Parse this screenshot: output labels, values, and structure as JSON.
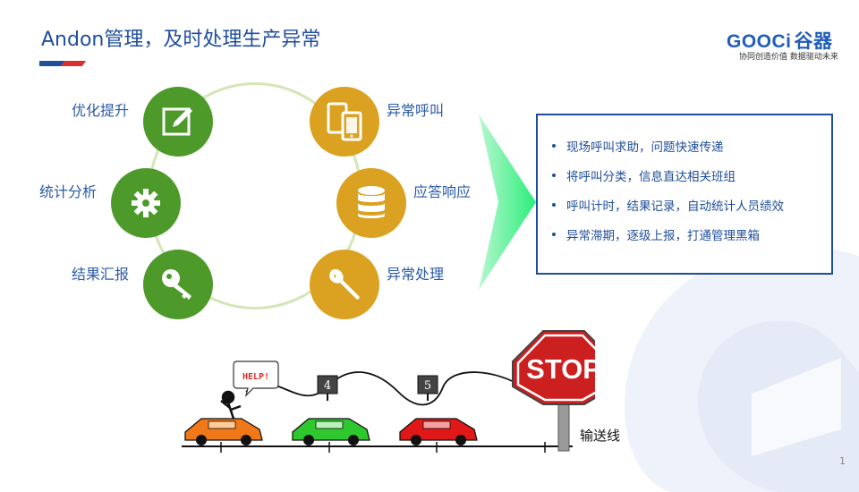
{
  "header": {
    "title": "Andon管理，及时处理生产异常",
    "logo_text": "GOOCi",
    "logo_cn": "谷器",
    "slogan": "协同创造价值 数据驱动未来"
  },
  "cycle": {
    "items": [
      {
        "label": "优化提升",
        "icon": "edit-icon",
        "color": "#4d9a2b"
      },
      {
        "label": "统计分析",
        "icon": "gear-icon",
        "color": "#4d9a2b"
      },
      {
        "label": "结果汇报",
        "icon": "key-icon",
        "color": "#4d9a2b"
      },
      {
        "label": "异常呼叫",
        "icon": "mobile-devices-icon",
        "color": "#dba120"
      },
      {
        "label": "应答响应",
        "icon": "database-icon",
        "color": "#dba120"
      },
      {
        "label": "异常处理",
        "icon": "wrench-icon",
        "color": "#dba120"
      }
    ]
  },
  "features": {
    "items": [
      "现场呼叫求助，问题快速传递",
      "将呼叫分类，信息直达相关班组",
      "呼叫计时，结果记录，自动统计人员绩效",
      "异常滞期，逐级上报，打通管理黑箱"
    ]
  },
  "illustration": {
    "help_text": "HELP!",
    "station_a": "4",
    "station_b": "5",
    "stop_text": "STOP",
    "line_label": "输送线",
    "car_colors": [
      "#f07818",
      "#2ec82e",
      "#e01818"
    ]
  },
  "footer": {
    "page_number": "1"
  },
  "colors": {
    "brand_blue": "#1f4e9c",
    "accent_red": "#d8312c",
    "green": "#4d9a2b",
    "gold": "#dba120",
    "arrow_green": "#2bee7a"
  }
}
